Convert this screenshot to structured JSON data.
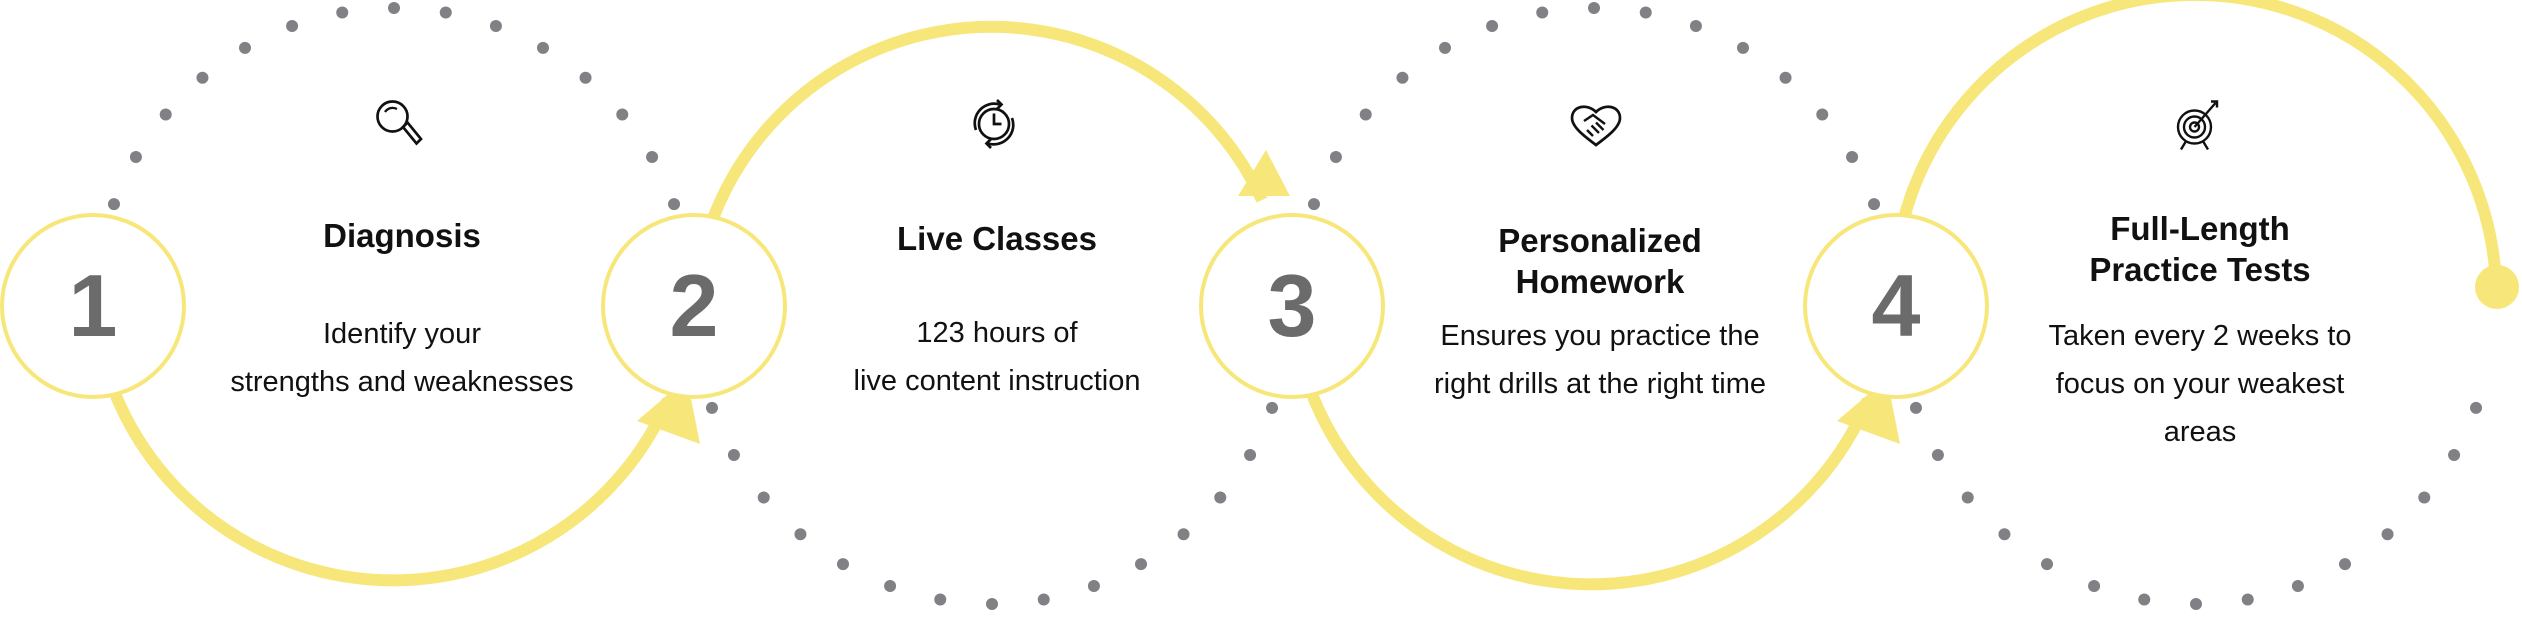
{
  "colors": {
    "accent": "#F7E77A",
    "dots": "#808085",
    "number": "#6b6b6b",
    "text": "#111111"
  },
  "steps": [
    {
      "number": "1",
      "icon": "magnifier-icon",
      "title": [
        "Diagnosis"
      ],
      "body": [
        "Identify your",
        "strengths and weaknesses"
      ]
    },
    {
      "number": "2",
      "icon": "clock-refresh-icon",
      "title": [
        "Live Classes"
      ],
      "body": [
        "123 hours of",
        "live content instruction"
      ]
    },
    {
      "number": "3",
      "icon": "handshake-icon",
      "title": [
        "Personalized",
        "Homework"
      ],
      "body": [
        "Ensures you practice the",
        "right drills at the right time"
      ]
    },
    {
      "number": "4",
      "icon": "target-icon",
      "title": [
        "Full-Length",
        "Practice Tests"
      ],
      "body": [
        "Taken every 2 weeks to",
        "focus on your weakest",
        "areas"
      ]
    }
  ]
}
